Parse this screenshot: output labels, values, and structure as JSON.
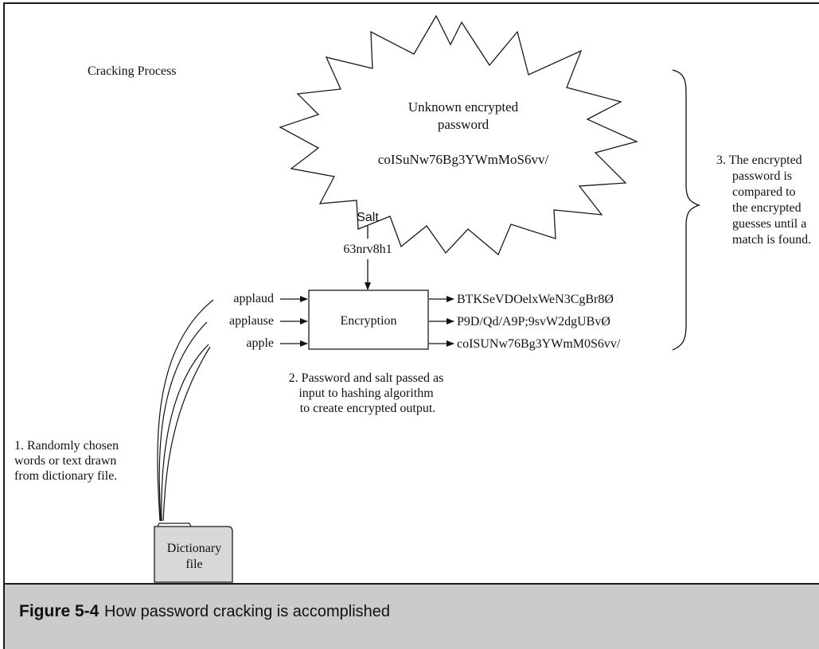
{
  "diagram": {
    "title": "Cracking Process",
    "star": {
      "line1": "Unknown encrypted",
      "line2": "password",
      "hash": "coISuNw76Bg3YWmMoS6vv/"
    },
    "salt": {
      "label": "Salt",
      "value": "63nrv8h1"
    },
    "process_box": "Encryption",
    "inputs": [
      "applaud",
      "applause",
      "apple"
    ],
    "outputs": [
      "BTKSeVDOelxWeN3CgBr8Ø",
      "P9D/Qd/A9P;9svW2dgUBvØ",
      "coISUNw76Bg3YWmM0S6vv/"
    ],
    "step1": [
      "1. Randomly chosen",
      "words or text drawn",
      "from dictionary file."
    ],
    "step2": [
      "2. Password and salt passed as",
      "input to hashing algorithm",
      "to create encrypted output."
    ],
    "step3": [
      "3. The encrypted",
      "password is",
      "compared to",
      "the encrypted",
      "guesses until a",
      "match is found."
    ],
    "folder_label": [
      "Dictionary",
      "file"
    ]
  },
  "caption": {
    "label": "Figure 5-4",
    "title": "How password cracking is accomplished"
  }
}
